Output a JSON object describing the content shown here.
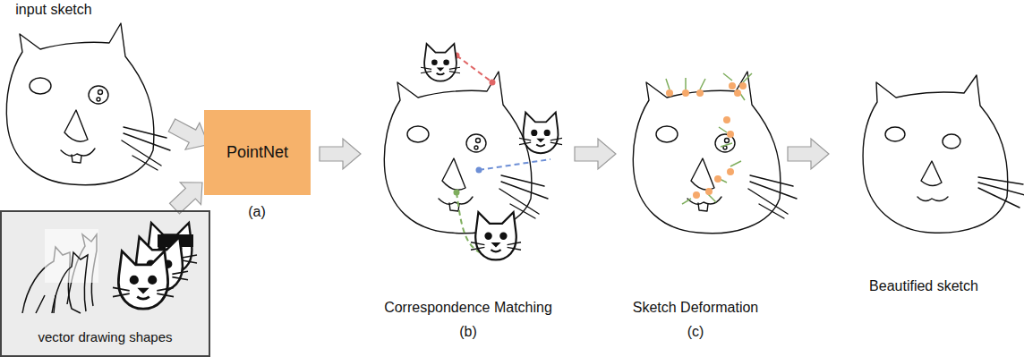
{
  "diagram": {
    "nodes": [
      {
        "text": [
          "vector drawing shapes"
        ]
      },
      {
        "text": [
          "PointNet"
        ]
      }
    ],
    "edges": [
      {
        "from": 0,
        "to": 1,
        "arrow": "to"
      }
    ],
    "labels": [
      "input sketch",
      "(a)",
      "Correspondence Matching",
      "(b)",
      "Sketch Deformation",
      "(c)",
      "Beautified sketch"
    ]
  }
}
